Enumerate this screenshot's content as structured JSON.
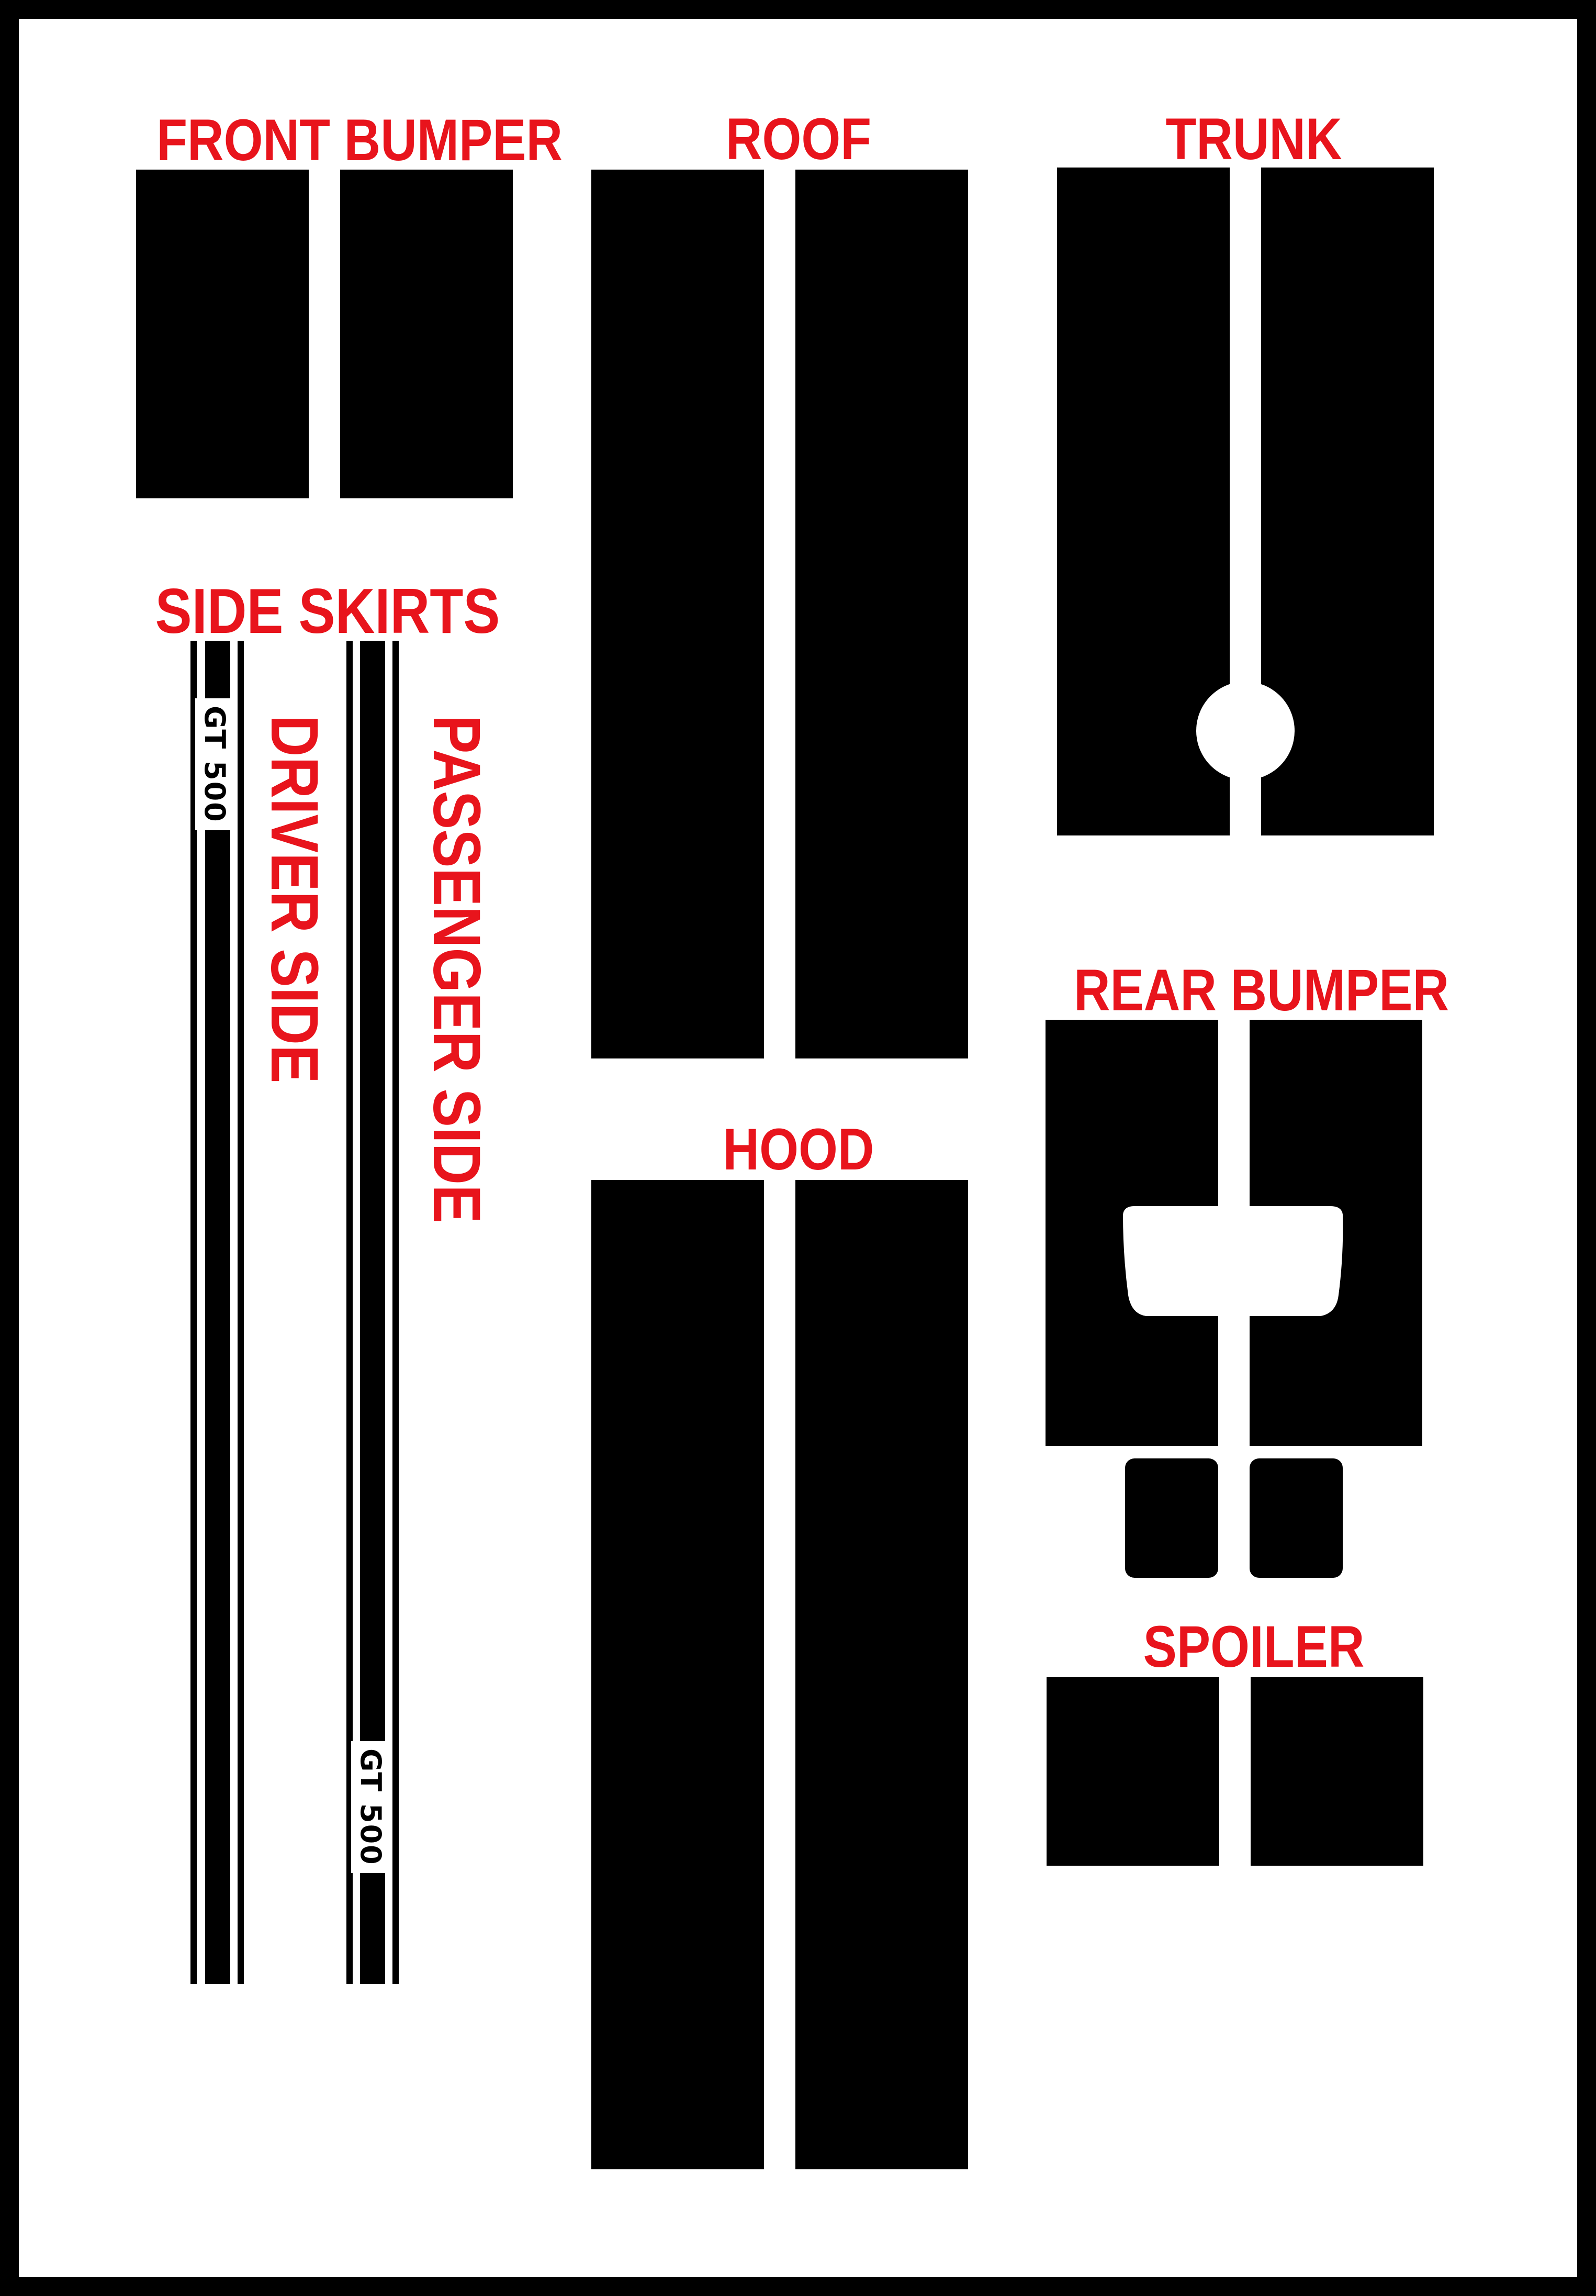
{
  "colors": {
    "label": "#e8141c",
    "stripe": "#000000",
    "sheet": "#ffffff",
    "border": "#000000"
  },
  "labels": {
    "front_bumper": "FRONT BUMPER",
    "roof": "ROOF",
    "trunk": "TRUNK",
    "side_skirts": "SIDE SKIRTS",
    "driver_side": "DRIVER SIDE",
    "passenger_side": "PASSENGER SIDE",
    "rear_bumper": "REAR BUMPER",
    "hood": "HOOD",
    "spoiler": "SPOILER"
  },
  "skirt_text": {
    "driver": "GT 500",
    "passenger": "GT 500"
  }
}
